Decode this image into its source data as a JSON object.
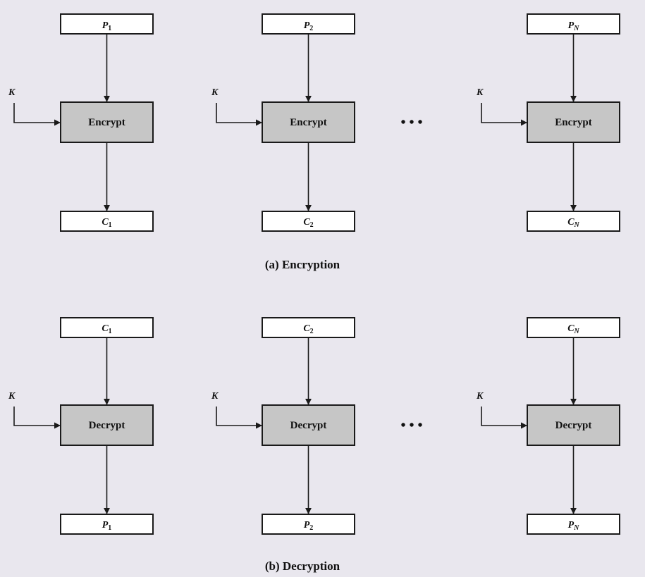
{
  "encryption": {
    "caption": "(a) Encryption",
    "key_label": "K",
    "op_label": "Encrypt",
    "ellipsis": "• • •",
    "columns": [
      {
        "input": {
          "base": "P",
          "sub": "1"
        },
        "output": {
          "base": "C",
          "sub": "1"
        }
      },
      {
        "input": {
          "base": "P",
          "sub": "2"
        },
        "output": {
          "base": "C",
          "sub": "2"
        }
      },
      {
        "input": {
          "base": "P",
          "sub": "N"
        },
        "output": {
          "base": "C",
          "sub": "N"
        }
      }
    ]
  },
  "decryption": {
    "caption": "(b) Decryption",
    "key_label": "K",
    "op_label": "Decrypt",
    "ellipsis": "• • •",
    "columns": [
      {
        "input": {
          "base": "C",
          "sub": "1"
        },
        "output": {
          "base": "P",
          "sub": "1"
        }
      },
      {
        "input": {
          "base": "C",
          "sub": "2"
        },
        "output": {
          "base": "P",
          "sub": "2"
        }
      },
      {
        "input": {
          "base": "C",
          "sub": "N"
        },
        "output": {
          "base": "P",
          "sub": "N"
        }
      }
    ]
  },
  "colors": {
    "background": "#e9e7ee",
    "block_fill": "#c6c6c6",
    "text_box_fill": "#ffffff",
    "stroke": "#1a1a1a"
  }
}
